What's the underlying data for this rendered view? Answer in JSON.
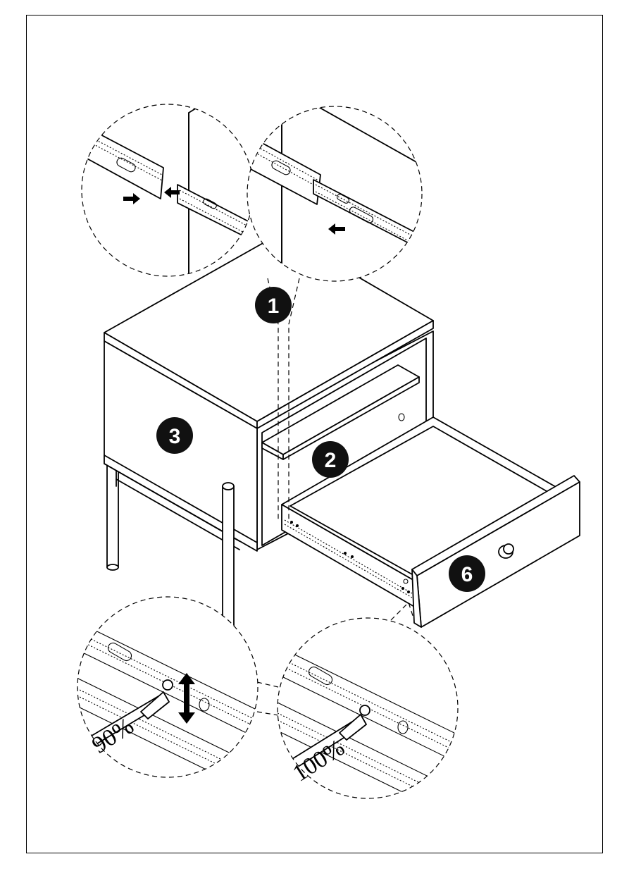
{
  "callouts": [
    "1",
    "2",
    "3",
    "6"
  ],
  "adjustments": [
    {
      "label": "90%"
    },
    {
      "label": "100%"
    }
  ],
  "colors": {
    "ink": "#000000",
    "paper": "#ffffff",
    "badge": "#111111"
  },
  "icons": [
    "arrow-left-icon",
    "arrow-right-icon",
    "double-arrow-vertical-icon",
    "screwdriver-icon"
  ]
}
